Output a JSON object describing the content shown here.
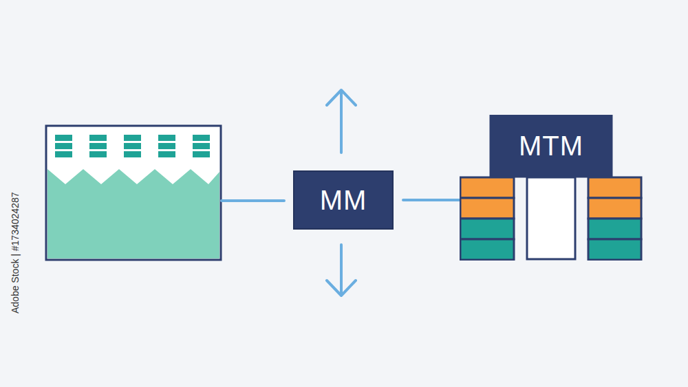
{
  "diagram": {
    "nodes": [
      {
        "text": [
          "MM"
        ]
      },
      {
        "text": [
          "MTM"
        ]
      }
    ],
    "edges": [
      {
        "from": 0,
        "to": 1,
        "arrow": "none"
      }
    ],
    "labels": [
      "Adobe Stock | #1734024287"
    ]
  }
}
